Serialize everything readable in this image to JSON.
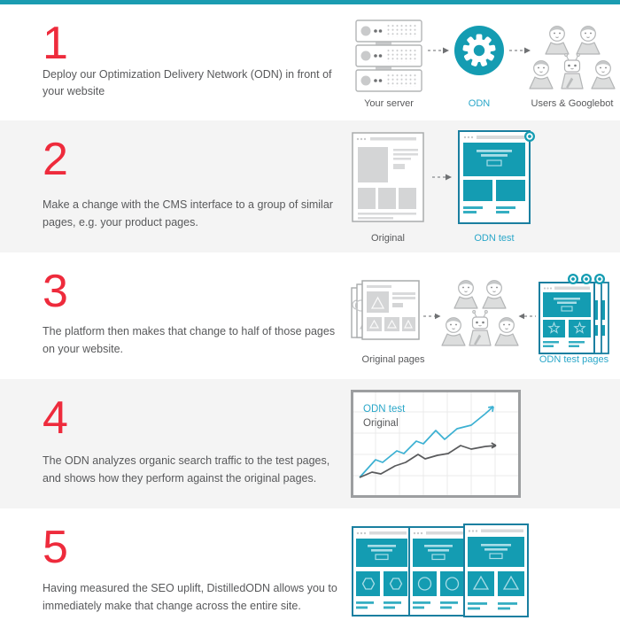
{
  "theme": {
    "accent_teal": "#149cb2",
    "page_border_teal": "#1a7fa0",
    "label_teal": "#2aa7c9",
    "number_red": "#ee2b3c",
    "body_text_gray": "#58595b",
    "section_gray_bg": "#f4f4f4",
    "wireframe_gray": "#d4d5d6"
  },
  "steps": [
    {
      "number": "1",
      "description": "Deploy our Optimization Delivery Network (ODN) in front of your website",
      "labels": {
        "left": "Your server",
        "center": "ODN",
        "right": "Users & Googlebot"
      }
    },
    {
      "number": "2",
      "description": "Make a change with the CMS interface to a group of similar pages, e.g. your product pages.",
      "labels": {
        "left": "Original",
        "right": "ODN test"
      }
    },
    {
      "number": "3",
      "description": "The platform then makes that change to half of those pages on your website.",
      "labels": {
        "left": "Original pages",
        "right": "ODN test pages"
      }
    },
    {
      "number": "4",
      "description": "The ODN analyzes organic search traffic to the test pages, and shows how they perform against the original pages."
    },
    {
      "number": "5",
      "description": "Having measured the SEO uplift, DistilledODN allows you to immediately make that change across the entire site."
    }
  ],
  "chart_data": {
    "type": "line",
    "title": "",
    "xlabel": "",
    "ylabel": "",
    "grid": true,
    "axes_labeled": false,
    "legend_position": "top-left",
    "legend": [
      "ODN test",
      "Original"
    ],
    "series": [
      {
        "name": "ODN test",
        "color": "#3bb0d2",
        "points": [
          [
            10,
            99
          ],
          [
            28,
            79
          ],
          [
            36,
            82
          ],
          [
            52,
            69
          ],
          [
            60,
            72
          ],
          [
            74,
            58
          ],
          [
            82,
            61
          ],
          [
            96,
            46
          ],
          [
            106,
            56
          ],
          [
            120,
            44
          ],
          [
            136,
            40
          ],
          [
            152,
            27
          ]
        ]
      },
      {
        "name": "Original",
        "color": "#595a5c",
        "points": [
          [
            10,
            99
          ],
          [
            24,
            93
          ],
          [
            34,
            95
          ],
          [
            50,
            86
          ],
          [
            62,
            82
          ],
          [
            76,
            73
          ],
          [
            84,
            78
          ],
          [
            98,
            74
          ],
          [
            110,
            72
          ],
          [
            124,
            63
          ],
          [
            136,
            67
          ],
          [
            152,
            64
          ]
        ]
      }
    ]
  }
}
